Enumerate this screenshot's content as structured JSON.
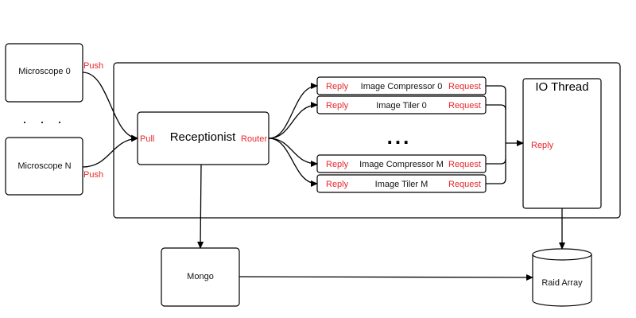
{
  "microscopes": {
    "first": {
      "label": "Microscope 0",
      "port": "Push"
    },
    "ellipsis": ". . .",
    "last": {
      "label": "Microscope N",
      "port": "Push"
    }
  },
  "receptionist": {
    "label": "Receptionist",
    "in_port": "Pull",
    "out_port": "Router"
  },
  "workers": [
    {
      "label": "Image Compressor 0",
      "in_port": "Reply",
      "out_port": "Request"
    },
    {
      "label": "Image Tiler 0",
      "in_port": "Reply",
      "out_port": "Request"
    },
    {
      "label": "Image Compressor M",
      "in_port": "Reply",
      "out_port": "Request"
    },
    {
      "label": "Image Tiler M",
      "in_port": "Reply",
      "out_port": "Request"
    }
  ],
  "workers_ellipsis": "...",
  "io_thread": {
    "label": "IO Thread",
    "port": "Reply"
  },
  "mongo": {
    "label": "Mongo"
  },
  "raid": {
    "label": "Raid Array"
  }
}
